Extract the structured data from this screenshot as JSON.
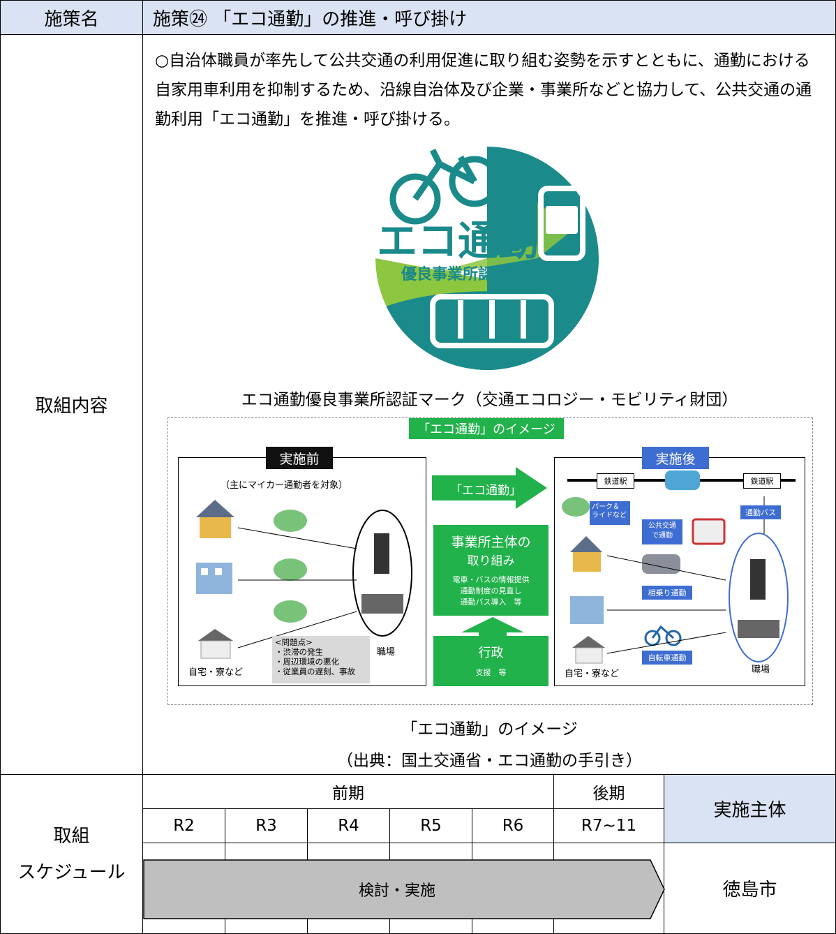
{
  "header": {
    "label": "施策名",
    "title": "施策㉔ 「エコ通勤」の推進・呼び掛け"
  },
  "content": {
    "label": "取組内容",
    "description": "○自治体職員が率先して公共交通の利用促進に取り組む姿勢を示すとともに、通勤における自家用車利用を抑制するため、沿線自治体及び企業・事業所などと協力して、公共交通の通勤利用「エコ通勤」を推進・呼び掛ける。",
    "logo": {
      "text_main": "エコ通勤",
      "text_sub": "優良事業所認証",
      "caption": "エコ通勤優良事業所認証マーク（交通エコロジー・モビリティ財団）"
    },
    "diagram": {
      "title": "「エコ通勤」のイメージ",
      "before": {
        "label": "実施前",
        "subtitle": "（主にマイカー通勤者を対象）",
        "home_label": "自宅・寮など",
        "work_label": "職場",
        "problems_title": "<問題点>",
        "problems": [
          "・渋滞の発生",
          "・周辺環境の悪化",
          "・従業員の遅刻、事故"
        ]
      },
      "middle": {
        "arrow_label": "「エコ通勤」",
        "box_title_1": "事業所主体の",
        "box_title_2": "取り組み",
        "box_items": [
          "電車・バスの情報提供",
          "通勤制度の見直し",
          "通勤バス導入　等"
        ],
        "gov_title": "行政",
        "gov_sub": "支援　等"
      },
      "after": {
        "label": "実施後",
        "station_left": "鉄道駅",
        "station_right": "鉄道駅",
        "park_ride": "パーク＆\nライドなど",
        "commute_bus": "通勤バス",
        "public_transport": "公共交通\nで通勤",
        "carpool": "相乗り通勤",
        "bicycle": "自転車通勤",
        "home_label": "自宅・寮など",
        "work_label": "職場"
      },
      "caption": "「エコ通勤」のイメージ",
      "source": "（出典：国土交通省・エコ通勤の手引き）"
    }
  },
  "schedule": {
    "label_line1": "取組",
    "label_line2": "スケジュール",
    "period_early": "前期",
    "period_late": "後期",
    "years": [
      "R2",
      "R3",
      "R4",
      "R5",
      "R6",
      "R7~11"
    ],
    "actor_header": "実施主体",
    "bar_label": "検討・実施",
    "actor": "徳島市"
  },
  "colors": {
    "header_bg": "#dae3f3",
    "eco_green": "#21b24b",
    "teal": "#1a8a8a",
    "lime": "#8dc63f",
    "bar_gray": "#bfbfbf",
    "blue_label": "#3e6dd2"
  }
}
